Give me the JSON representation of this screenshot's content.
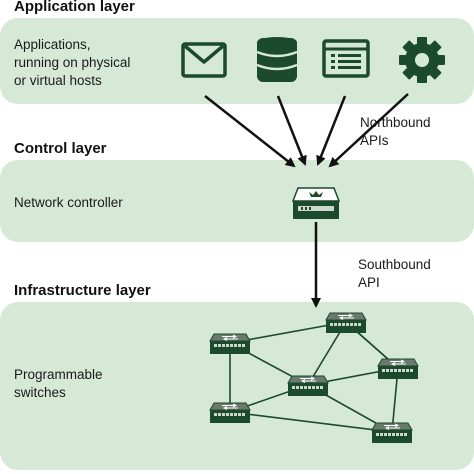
{
  "application_layer": {
    "title": "Application layer",
    "description_lines": [
      "Applications,",
      "running on physical",
      "or virtual hosts"
    ],
    "icons": [
      "mail-icon",
      "database-icon",
      "browser-window-icon",
      "gear-icon"
    ]
  },
  "control_layer": {
    "title": "Control layer",
    "description": "Network controller",
    "icon": "controller-server-icon"
  },
  "infrastructure_layer": {
    "title": "Infrastructure layer",
    "description_lines": [
      "Programmable",
      "switches"
    ],
    "switch_icon": "switch-icon"
  },
  "northbound": {
    "lines": [
      "Northbound",
      "APIs"
    ]
  },
  "southbound": {
    "lines": [
      "Southbound",
      "API"
    ]
  },
  "colors": {
    "panel_bg": "#d6e9d6",
    "icon_dark": "#1b4a2c",
    "arrow": "#111111"
  }
}
